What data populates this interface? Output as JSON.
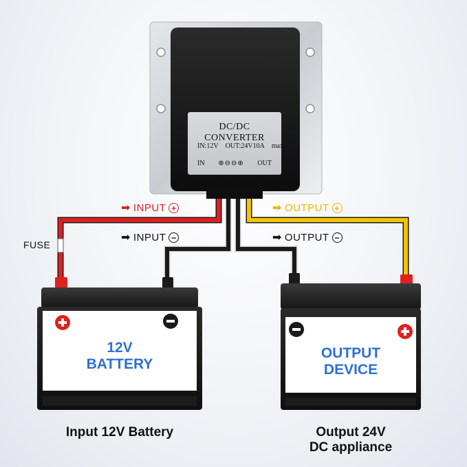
{
  "converter": {
    "title": "DC/DC CONVERTER",
    "spec_in": "IN:12V",
    "spec_out": "OUT:24V10A",
    "spec_max": "max",
    "pin_in": "IN",
    "pin_symbols": "⊕⊖⊖⊕",
    "pin_out": "OUT"
  },
  "wires": {
    "input_positive": {
      "text": "INPUT",
      "symbol": "+",
      "arrow": "➡",
      "color": "#e02020"
    },
    "input_negative": {
      "text": "INPUT",
      "symbol": "−",
      "arrow": "➡",
      "color": "#111111"
    },
    "output_positive": {
      "text": "OUTPUT",
      "symbol": "+",
      "arrow": "➡",
      "color": "#f2c500"
    },
    "output_negative": {
      "text": "OUTPUT",
      "symbol": "−",
      "arrow": "➡",
      "color": "#111111"
    },
    "fuse": "FUSE"
  },
  "battery": {
    "line1": "12V",
    "line2": "BATTERY",
    "caption": "Input 12V Battery"
  },
  "device": {
    "line1": "OUTPUT",
    "line2": "DEVICE",
    "caption_line1": "Output 24V",
    "caption_line2": "DC appliance"
  },
  "colors": {
    "positive_wire": "#e02020",
    "output_wire": "#f2c500",
    "negative_wire": "#111111",
    "text_blue": "#2e6fd6"
  }
}
